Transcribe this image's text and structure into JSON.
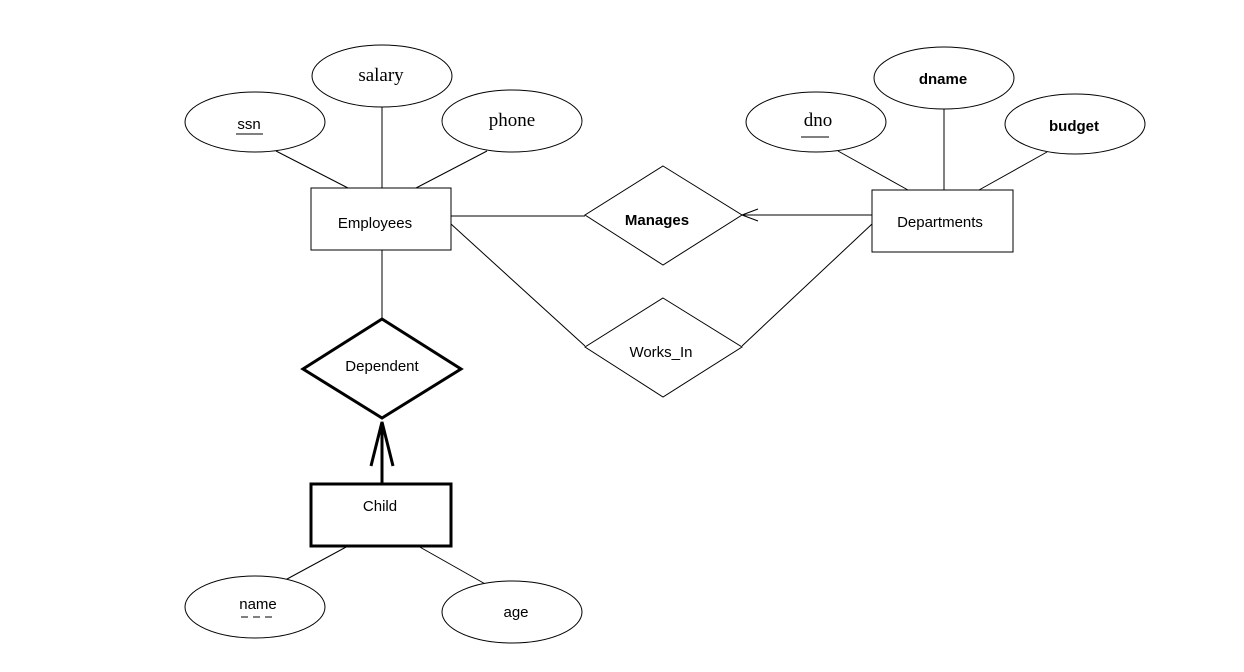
{
  "entities": {
    "employees": "Employees",
    "departments": "Departments",
    "child": "Child"
  },
  "relationships": {
    "manages": "Manages",
    "works_in": "Works_In",
    "dependent": "Dependent"
  },
  "attributes": {
    "ssn": "ssn",
    "salary": "salary",
    "phone": "phone",
    "dno": "dno",
    "dname": "dname",
    "budget": "budget",
    "name": "name",
    "age": "age"
  }
}
